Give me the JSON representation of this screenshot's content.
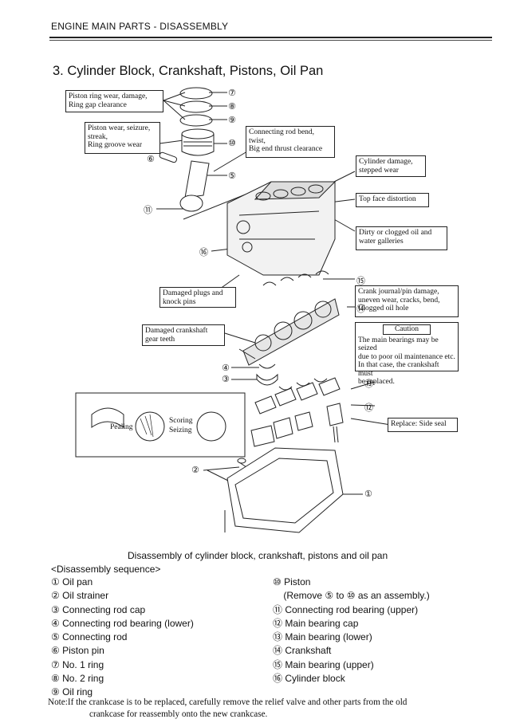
{
  "header": {
    "title": "ENGINE MAIN PARTS - DISASSEMBLY"
  },
  "section": {
    "title": "3.   Cylinder Block, Crankshaft, Pistons, Oil Pan"
  },
  "callouts": {
    "ring": [
      "Piston ring wear, damage,",
      "Ring gap clearance"
    ],
    "piston": [
      "Piston wear, seizure,",
      "streak,",
      "Ring groove wear"
    ],
    "conrod": [
      "Connecting rod bend,",
      "twist,",
      "Big end thrust clearance"
    ],
    "cylinder": [
      "Cylinder damage,",
      "stepped wear"
    ],
    "topface": [
      "Top face distortion"
    ],
    "galleries": [
      "Dirty or clogged oil and",
      "water galleries"
    ],
    "plugs": [
      "Damaged plugs and",
      "knock pins"
    ],
    "journal": [
      "Crank journal/pin damage,",
      "uneven wear, cracks, bend,",
      "Clogged oil hole"
    ],
    "gearteeth": [
      "Damaged crankshaft",
      "gear teeth"
    ],
    "caution_title": "Caution",
    "caution_body": [
      "The main bearings may be seized",
      "due to poor oil maintenance etc.",
      "In that case, the crankshaft must",
      "be replaced."
    ],
    "sideseal": [
      "Replace: Side seal"
    ]
  },
  "inset": {
    "pealing": "Pealing",
    "scoring": "Scoring",
    "seizing": "Seizing"
  },
  "markers": {
    "n1": "①",
    "n2": "②",
    "n3": "③",
    "n4": "④",
    "n5": "⑤",
    "n6": "⑥",
    "n7": "⑦",
    "n8": "⑧",
    "n9": "⑨",
    "n10": "⑩",
    "n11": "⑪",
    "n12": "⑫",
    "n13": "⑬",
    "n14": "⑭",
    "n15": "⑮",
    "n16": "⑯"
  },
  "caption": "Disassembly of cylinder block, crankshaft, pistons and oil pan",
  "sequence": {
    "heading": "<Disassembly sequence>",
    "left": [
      "① Oil pan",
      "② Oil strainer",
      "③ Connecting rod cap",
      "④ Connecting rod bearing (lower)",
      "⑤ Connecting rod",
      "⑥ Piston pin",
      "⑦ No. 1 ring",
      "⑧ No. 2 ring",
      "⑨ Oil ring"
    ],
    "right": [
      "⑩ Piston",
      "    (Remove ⑤ to ⑩ as an assembly.)",
      "⑪ Connecting rod bearing (upper)",
      "⑫ Main bearing cap",
      "⑬ Main bearing (lower)",
      "⑭ Crankshaft",
      "⑮ Main bearing (upper)",
      "⑯ Cylinder block"
    ]
  },
  "note": {
    "line1": "Note:If the crankcase is to be replaced, carefully remove the relief valve and other parts from the old",
    "line2": "crankcase for reassembly onto the new crankcase."
  }
}
